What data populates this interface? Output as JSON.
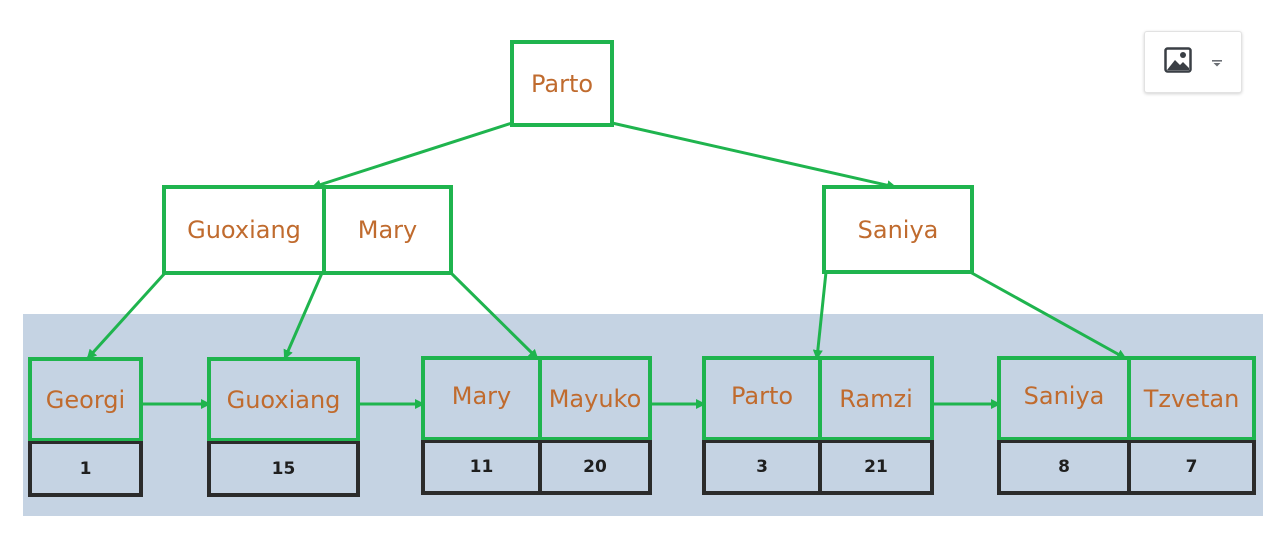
{
  "root": {
    "keys": [
      "Parto"
    ]
  },
  "internal": [
    {
      "keys": [
        "Guoxiang",
        "Mary"
      ]
    },
    {
      "keys": [
        "Saniya"
      ]
    }
  ],
  "leaves": [
    {
      "keys": [
        "Georgi"
      ],
      "values": [
        "1"
      ]
    },
    {
      "keys": [
        "Guoxiang"
      ],
      "values": [
        "15"
      ]
    },
    {
      "keys": [
        "Mary",
        "Mayuko"
      ],
      "values": [
        "11",
        "20"
      ]
    },
    {
      "keys": [
        "Parto",
        "Ramzi"
      ],
      "values": [
        "3",
        "21"
      ]
    },
    {
      "keys": [
        "Saniya",
        "Tzvetan"
      ],
      "values": [
        "8",
        "7"
      ]
    }
  ],
  "toolbar": {
    "icon": "image-icon",
    "dropdown_icon": "caret-down-icon"
  },
  "colors": {
    "node_border": "#1fb44e",
    "key_text": "#c06b2e",
    "value_border": "#2b2b2b",
    "leaf_band": "#c5d3e3"
  }
}
